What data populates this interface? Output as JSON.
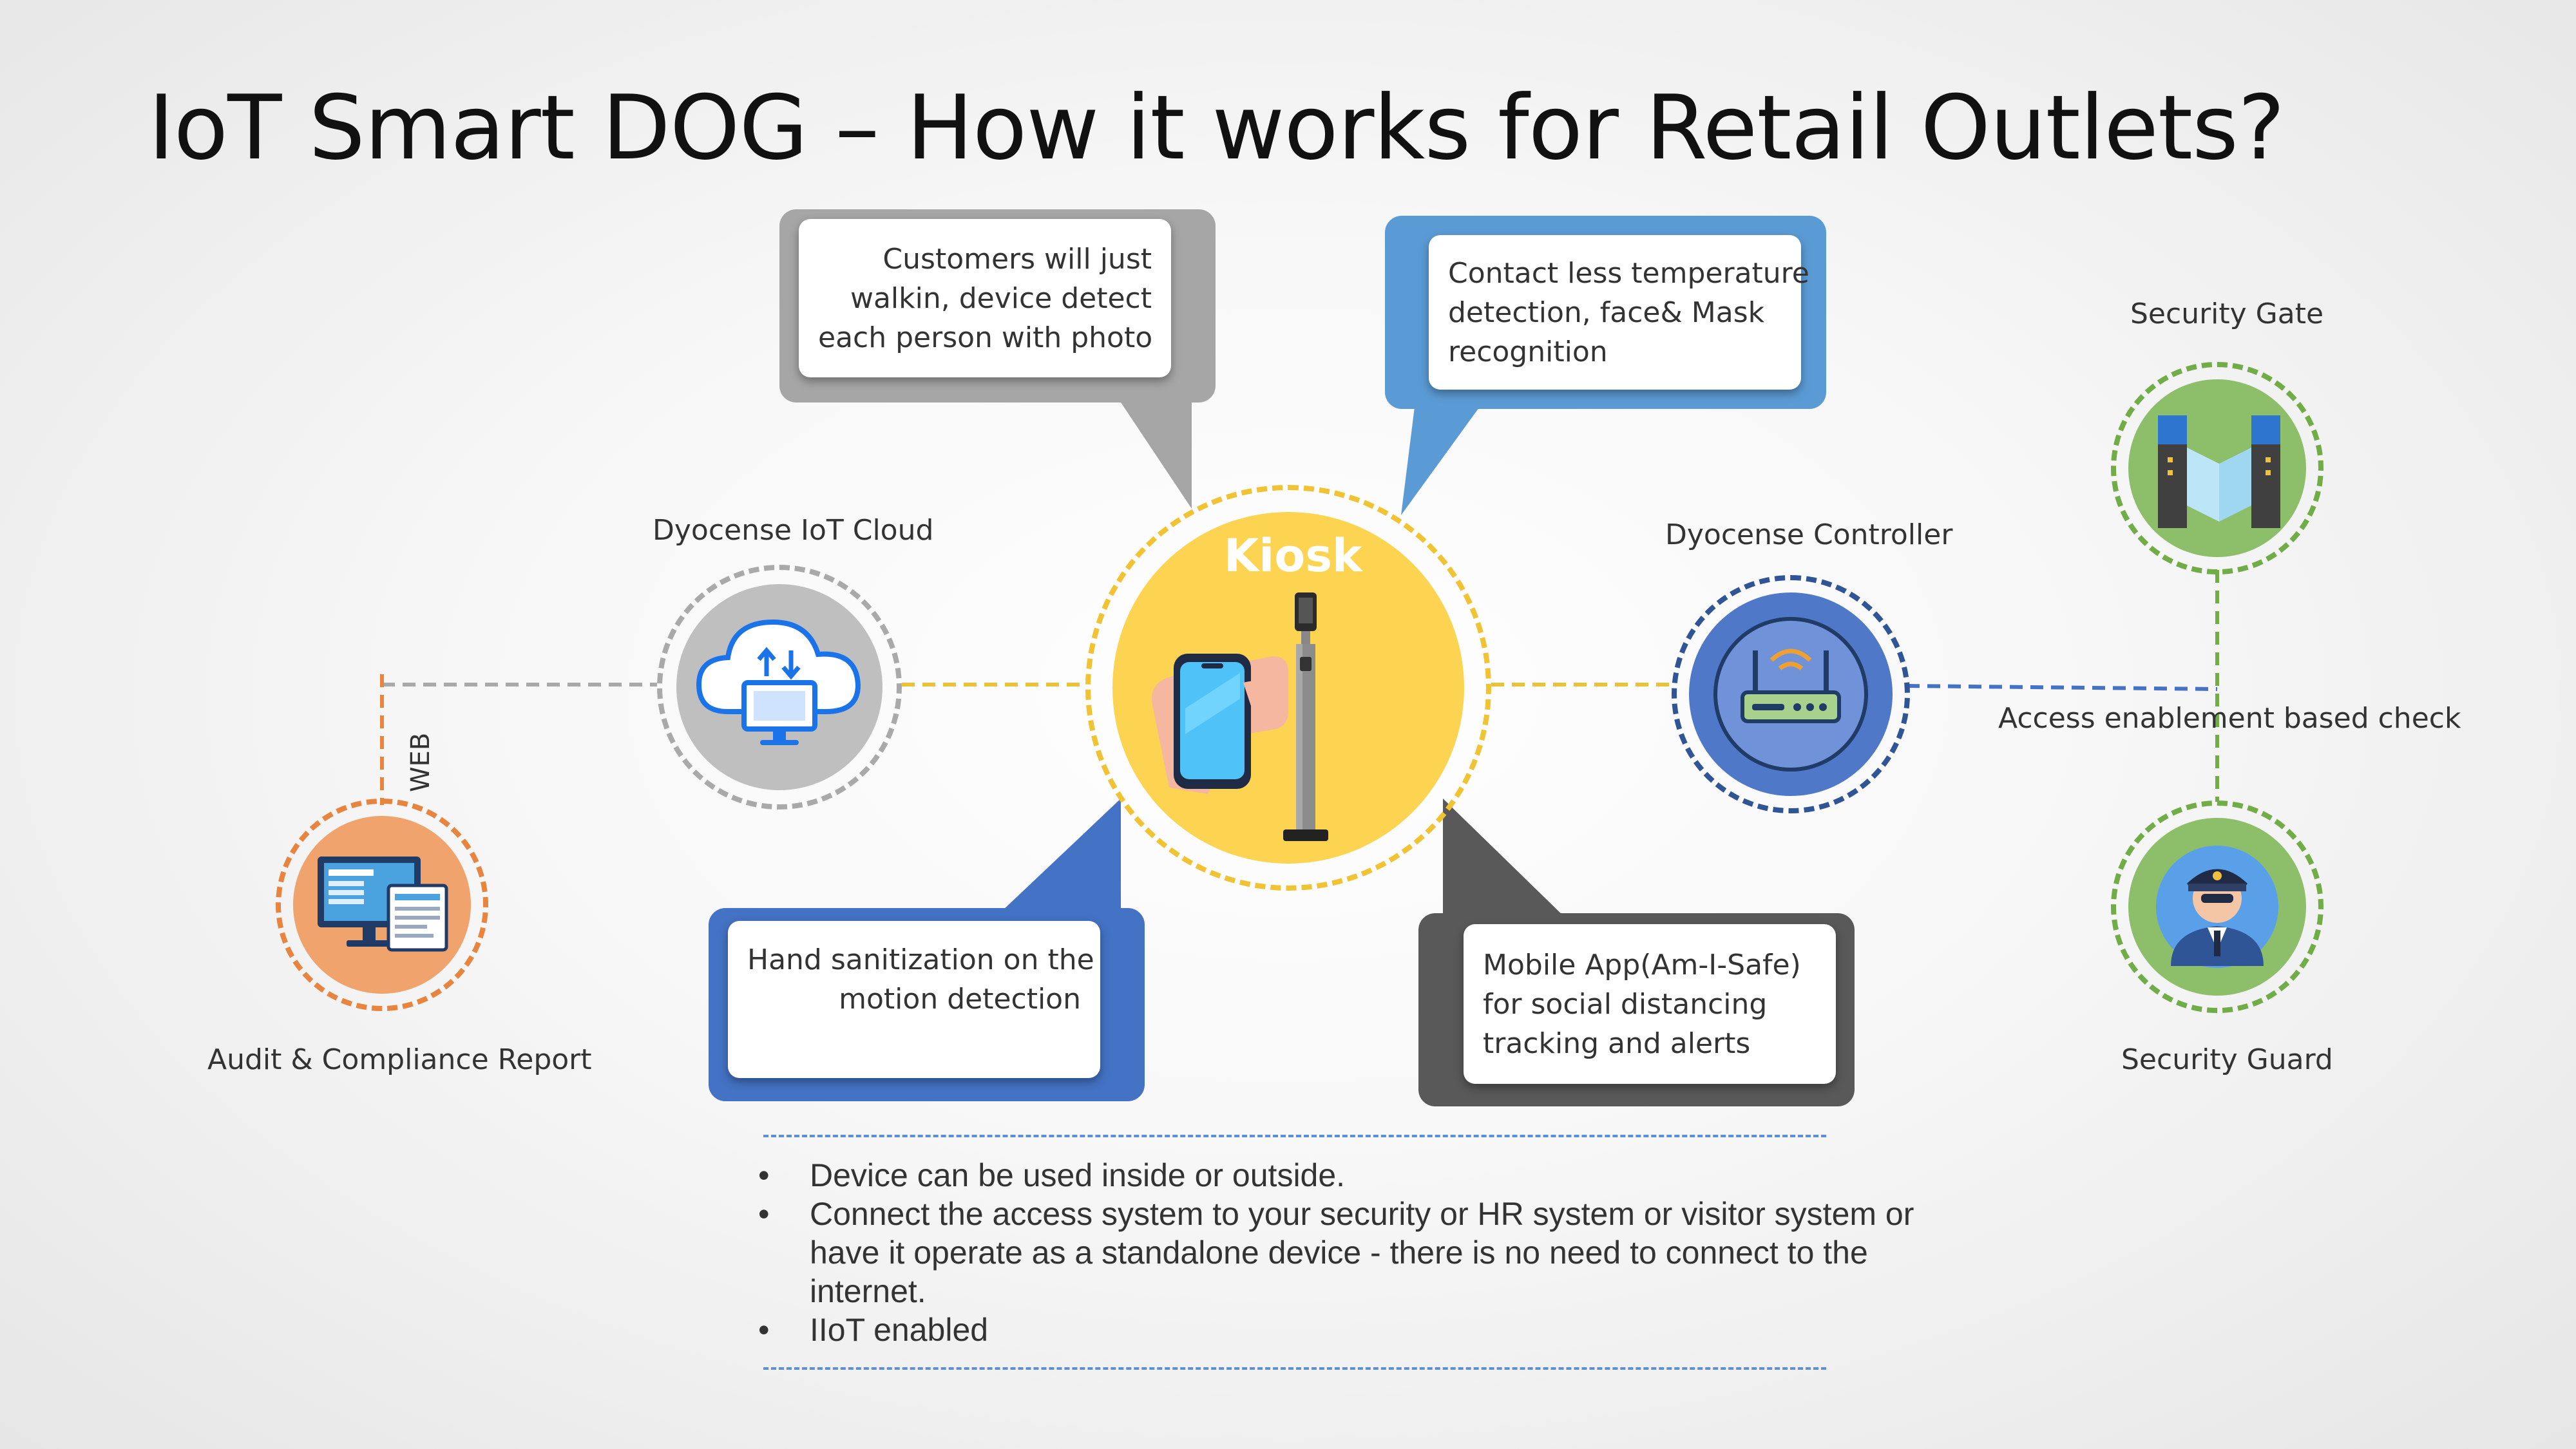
{
  "slide": {
    "title": "IoT Smart DOG – How it works for Retail Outlets?"
  },
  "nodes": {
    "kiosk": "Kiosk",
    "iot_cloud": "Dyocense IoT Cloud",
    "controller": "Dyocense Controller",
    "security_gate": "Security Gate",
    "security_guard": "Security Guard",
    "audit_report": "Audit & Compliance Report"
  },
  "connectors": {
    "web": "WEB",
    "access_check": "Access enablement based check"
  },
  "callouts": {
    "walkin": [
      "Customers will just",
      "walkin, device detect",
      "each person with photo"
    ],
    "temperature": [
      "Contact less temperature",
      "detection, face& Mask",
      "recognition"
    ],
    "sanitization": [
      "Hand sanitization on the",
      "motion detection"
    ],
    "mobile_app": [
      "Mobile App(Am-I-Safe)",
      "for social distancing",
      "tracking and alerts"
    ]
  },
  "bullets": [
    "Device can be used inside or outside.",
    "Connect the access system to your security or HR system or visitor system or have it operate as a standalone device - there is no need to connect to the internet.",
    "IIoT enabled"
  ],
  "colors": {
    "kiosk": "#fdd451",
    "cloud": "#bfbfbf",
    "controller": "#4f79c8",
    "security": "#8dbf6a",
    "audit": "#f0a36d",
    "callout_gray": "#a6a6a6",
    "callout_blue": "#5b9bd5",
    "callout_navy": "#4472c4",
    "callout_dark": "#595959"
  },
  "icons": {
    "kiosk": "phone-and-thermal-kiosk-icon",
    "cloud": "cloud-computer-icon",
    "controller": "router-icon",
    "gate": "security-gate-icon",
    "guard": "security-guard-icon",
    "audit": "dashboard-monitor-icon"
  }
}
